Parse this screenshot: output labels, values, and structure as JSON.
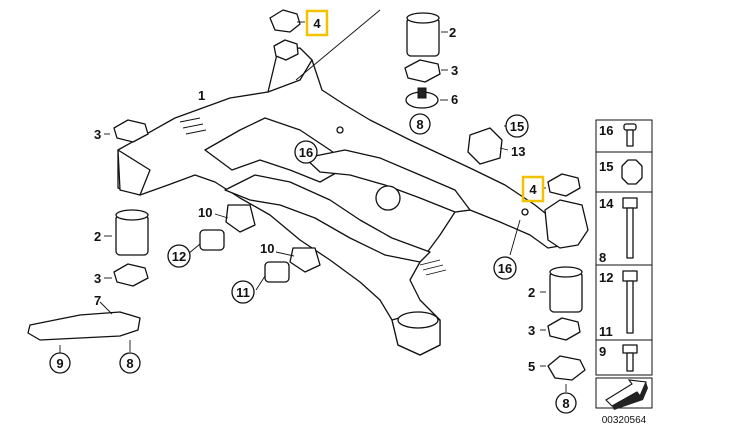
{
  "diagram": {
    "callouts": [
      {
        "id": "c4a",
        "text": "4",
        "highlight": true
      },
      {
        "id": "c2a",
        "text": "2"
      },
      {
        "id": "c3a",
        "text": "3"
      },
      {
        "id": "c6",
        "text": "6"
      },
      {
        "id": "c8a",
        "text": "8",
        "circled": true
      },
      {
        "id": "c1",
        "text": "1"
      },
      {
        "id": "c3b",
        "text": "3"
      },
      {
        "id": "c15",
        "text": "15",
        "circled": true
      },
      {
        "id": "c13",
        "text": "13"
      },
      {
        "id": "c16a",
        "text": "16",
        "circled": true
      },
      {
        "id": "c4b",
        "text": "4",
        "highlight": true
      },
      {
        "id": "c10a",
        "text": "10"
      },
      {
        "id": "c12",
        "text": "12",
        "circled": true
      },
      {
        "id": "c2b",
        "text": "2"
      },
      {
        "id": "c10b",
        "text": "10"
      },
      {
        "id": "c11",
        "text": "11",
        "circled": true
      },
      {
        "id": "c16b",
        "text": "16",
        "circled": true
      },
      {
        "id": "c3c",
        "text": "3"
      },
      {
        "id": "c7",
        "text": "7"
      },
      {
        "id": "c9",
        "text": "9",
        "circled": true
      },
      {
        "id": "c8b",
        "text": "8",
        "circled": true
      },
      {
        "id": "c2c",
        "text": "2"
      },
      {
        "id": "c3d",
        "text": "3"
      },
      {
        "id": "c5",
        "text": "5"
      },
      {
        "id": "c8c",
        "text": "8",
        "circled": true
      }
    ],
    "side_panel": [
      {
        "id": "p16",
        "text": "16"
      },
      {
        "id": "p15",
        "text": "15"
      },
      {
        "id": "p14",
        "text": "14"
      },
      {
        "id": "p8",
        "text": "8"
      },
      {
        "id": "p12",
        "text": "12"
      },
      {
        "id": "p11",
        "text": "11"
      },
      {
        "id": "p9",
        "text": "9"
      }
    ],
    "diagram_number": "00320564",
    "colors": {
      "highlight": "#f2c200",
      "ink": "#111111"
    }
  }
}
